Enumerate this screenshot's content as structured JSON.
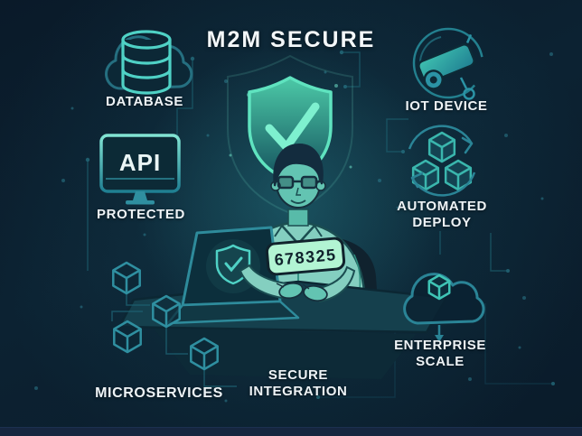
{
  "title": "M2M SECURE",
  "colors": {
    "background": "#0b1c2b",
    "accent": "#4fd1c5",
    "accent_dark": "#2a8496",
    "mint": "#7ef0cf",
    "label": "#eef3f6",
    "badge_bg": "#b2f4d3",
    "badge_text": "#10222c"
  },
  "center": {
    "badge_code": "678325"
  },
  "nodes": {
    "database": {
      "label": "DATABASE"
    },
    "api_monitor": {
      "screen_text": "API",
      "label": "PROTECTED"
    },
    "iot_device": {
      "label": "IOT DEVICE"
    },
    "automated_deploy": {
      "line1": "AUTOMATED",
      "line2": "DEPLOY"
    },
    "microservices": {
      "label": "MICROSERVICES"
    },
    "secure_integration": {
      "line1": "SECURE",
      "line2": "INTEGRATION"
    },
    "enterprise_scale": {
      "line1": "ENTERPRISE",
      "line2": "SCALE"
    }
  }
}
